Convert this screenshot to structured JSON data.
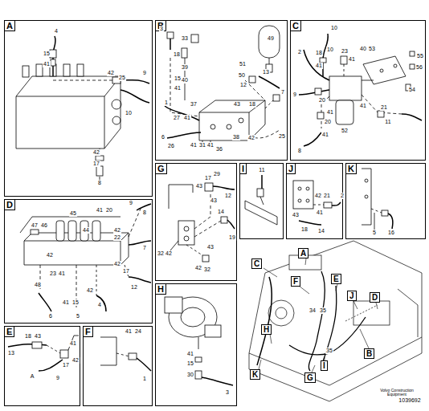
{
  "diagram": {
    "nodes": [
      {
        "text": [
          "A"
        ]
      },
      {
        "text": [
          "B"
        ]
      },
      {
        "text": [
          "C"
        ]
      },
      {
        "text": [
          "D"
        ]
      },
      {
        "text": [
          "G"
        ]
      },
      {
        "text": [
          "I"
        ]
      },
      {
        "text": [
          "J"
        ]
      },
      {
        "text": [
          "K"
        ]
      },
      {
        "text": [
          "E"
        ]
      },
      {
        "text": [
          "F"
        ]
      },
      {
        "text": [
          "H"
        ]
      },
      {
        "text": [
          "C"
        ]
      },
      {
        "text": [
          "A"
        ]
      },
      {
        "text": [
          "F"
        ]
      },
      {
        "text": [
          "E"
        ]
      },
      {
        "text": [
          "J"
        ]
      },
      {
        "text": [
          "D"
        ]
      },
      {
        "text": [
          "H"
        ]
      },
      {
        "text": [
          "B"
        ]
      },
      {
        "text": [
          "K"
        ]
      },
      {
        "text": [
          "G"
        ]
      },
      {
        "text": [
          "I"
        ]
      }
    ],
    "labels": [
      "4",
      "15",
      "41",
      "42",
      "25",
      "9",
      "10",
      "42",
      "17",
      "8",
      "3",
      "33",
      "49",
      "18",
      "39",
      "51",
      "15",
      "40",
      "50",
      "41",
      "13",
      "12",
      "7",
      "1",
      "37",
      "43",
      "18",
      "27",
      "41",
      "6",
      "38",
      "42",
      "25",
      "26",
      "41",
      "31",
      "41",
      "36",
      "10",
      "2",
      "10",
      "18",
      "23",
      "41",
      "41",
      "40",
      "53",
      "55",
      "56",
      "54",
      "9",
      "41",
      "21",
      "20",
      "41",
      "11",
      "20",
      "52",
      "41",
      "8",
      "41",
      "20",
      "9",
      "8",
      "45",
      "47",
      "46",
      "44",
      "42",
      "22",
      "7",
      "42",
      "42",
      "23",
      "41",
      "17",
      "12",
      "48",
      "42",
      "41",
      "15",
      "4",
      "6",
      "5",
      "18",
      "43",
      "13",
      "41",
      "42",
      "17",
      "A",
      "9",
      "41",
      "24",
      "1",
      "43",
      "17",
      "29",
      "12",
      "43",
      "14",
      "19",
      "32",
      "42",
      "43",
      "42",
      "32",
      "41",
      "15",
      "30",
      "3",
      "11",
      "42",
      "21",
      "41",
      "2",
      "43",
      "18",
      "14",
      "5",
      "16",
      "34",
      "35",
      "35",
      "Volvo Construction Equipment",
      "1039692"
    ]
  }
}
